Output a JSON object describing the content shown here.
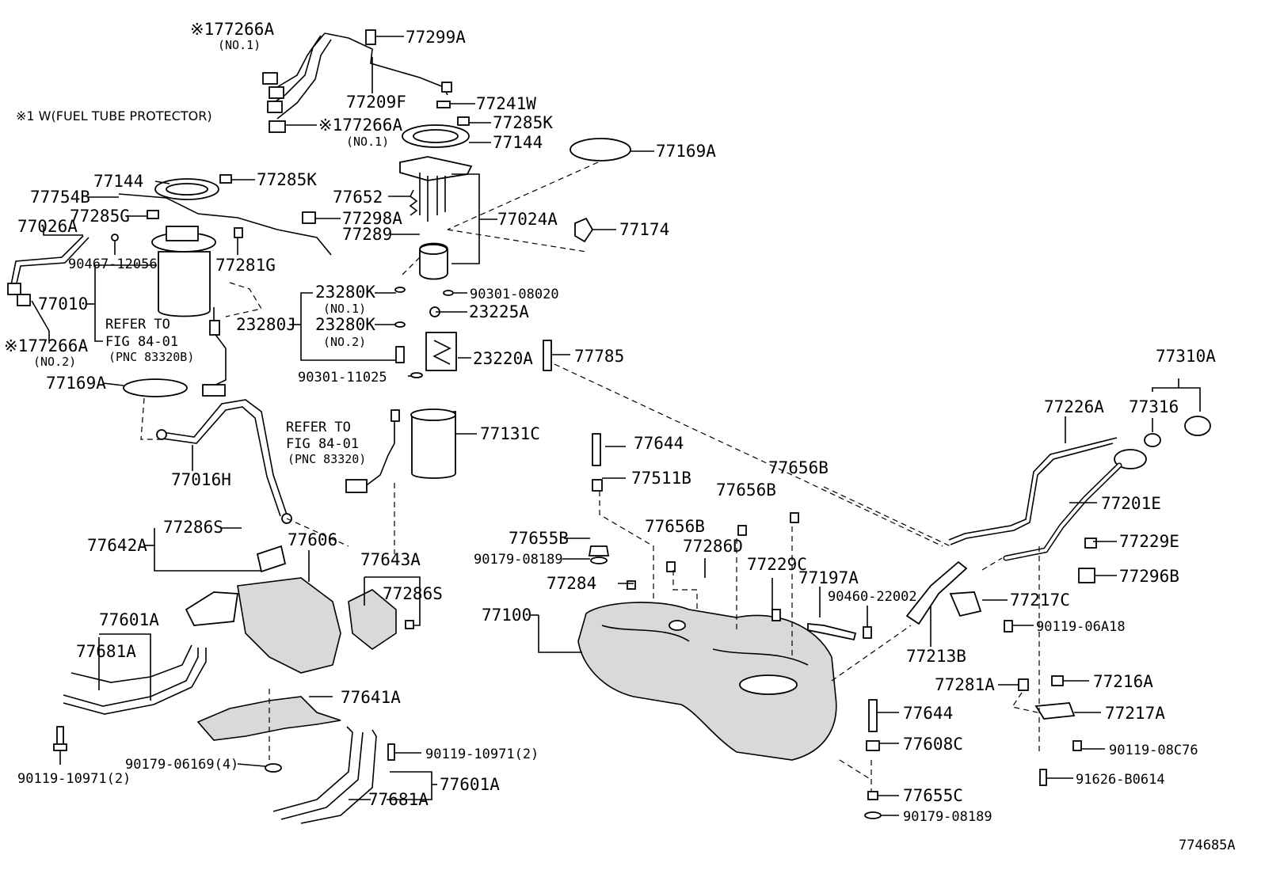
{
  "note": "※1 W(FUEL TUBE PROTECTOR)",
  "figure_id": "774685A",
  "labels": {
    "p77266A_a": "※177266A",
    "p77266A_a_sub": "(NO.1)",
    "p77299A": "77299A",
    "p77209F": "77209F",
    "p77241W": "77241W",
    "p77266A_b": "※177266A",
    "p77266A_b_sub": "(NO.1)",
    "p77285K_a": "77285K",
    "p77144_a": "77144",
    "p77169A_a": "77169A",
    "p77144_b": "77144",
    "p77285K_b": "77285K",
    "p77754B": "77754B",
    "p77652": "77652",
    "p77285G": "77285G",
    "p77298A": "77298A",
    "p77024A": "77024A",
    "p77026A": "77026A",
    "p77289": "77289",
    "p77174": "77174",
    "p90467": "90467-12056",
    "p77281G": "77281G",
    "p23280K_a": "23280K",
    "p23280K_a_sub": "(NO.1)",
    "p90301_08020": "90301-08020",
    "p77010": "77010",
    "p23225A": "23225A",
    "p23280J": "23280J",
    "p23280K_b": "23280K",
    "p23280K_b_sub": "(NO.2)",
    "refer1_a": "REFER TO",
    "refer1_b": "FIG 84-01",
    "refer1_c": "(PNC 83320B)",
    "p77266A_c": "※177266A",
    "p77266A_c_sub": "(NO.2)",
    "p23220A": "23220A",
    "p77785": "77785",
    "p90301_11025": "90301-11025",
    "p77169A_b": "77169A",
    "p77310A": "77310A",
    "p77226A": "77226A",
    "p77316": "77316",
    "refer2_a": "REFER TO",
    "refer2_b": "FIG 84-01",
    "refer2_c": "(PNC 83320)",
    "p77131C": "77131C",
    "p77644_a": "77644",
    "p77016H": "77016H",
    "p77656B_a": "77656B",
    "p77511B": "77511B",
    "p77656B_b": "77656B",
    "p77201E": "77201E",
    "p77286S_a": "77286S",
    "p77606": "77606",
    "p77655B": "77655B",
    "p77656B_c": "77656B",
    "p77642A": "77642A",
    "p77643A": "77643A",
    "p77286D": "77286D",
    "p77229E": "77229E",
    "p90179_08189_a": "90179-08189",
    "p77229C": "77229C",
    "p77197A": "77197A",
    "p77296B": "77296B",
    "p77284": "77284",
    "p77286S_b": "77286S",
    "p90460": "90460-22002",
    "p77217C": "77217C",
    "p77100": "77100",
    "p77601A_a": "77601A",
    "p90119_06A18": "90119-06A18",
    "p77681A_a": "77681A",
    "p77213B": "77213B",
    "p77281A": "77281A",
    "p77216A": "77216A",
    "p77641A": "77641A",
    "p77644_b": "77644",
    "p77217A": "77217A",
    "p77608C": "77608C",
    "p90119_10971_a": "90119-10971(2)",
    "p90119_08C76": "90119-08C76",
    "p90179_06169": "90179-06169(4)",
    "p90119_10971_b": "90119-10971(2)",
    "p91626": "91626-B0614",
    "p77601A_b": "77601A",
    "p77681A_b": "77681A",
    "p77655C": "77655C",
    "p90179_08189_b": "90179-08189"
  }
}
